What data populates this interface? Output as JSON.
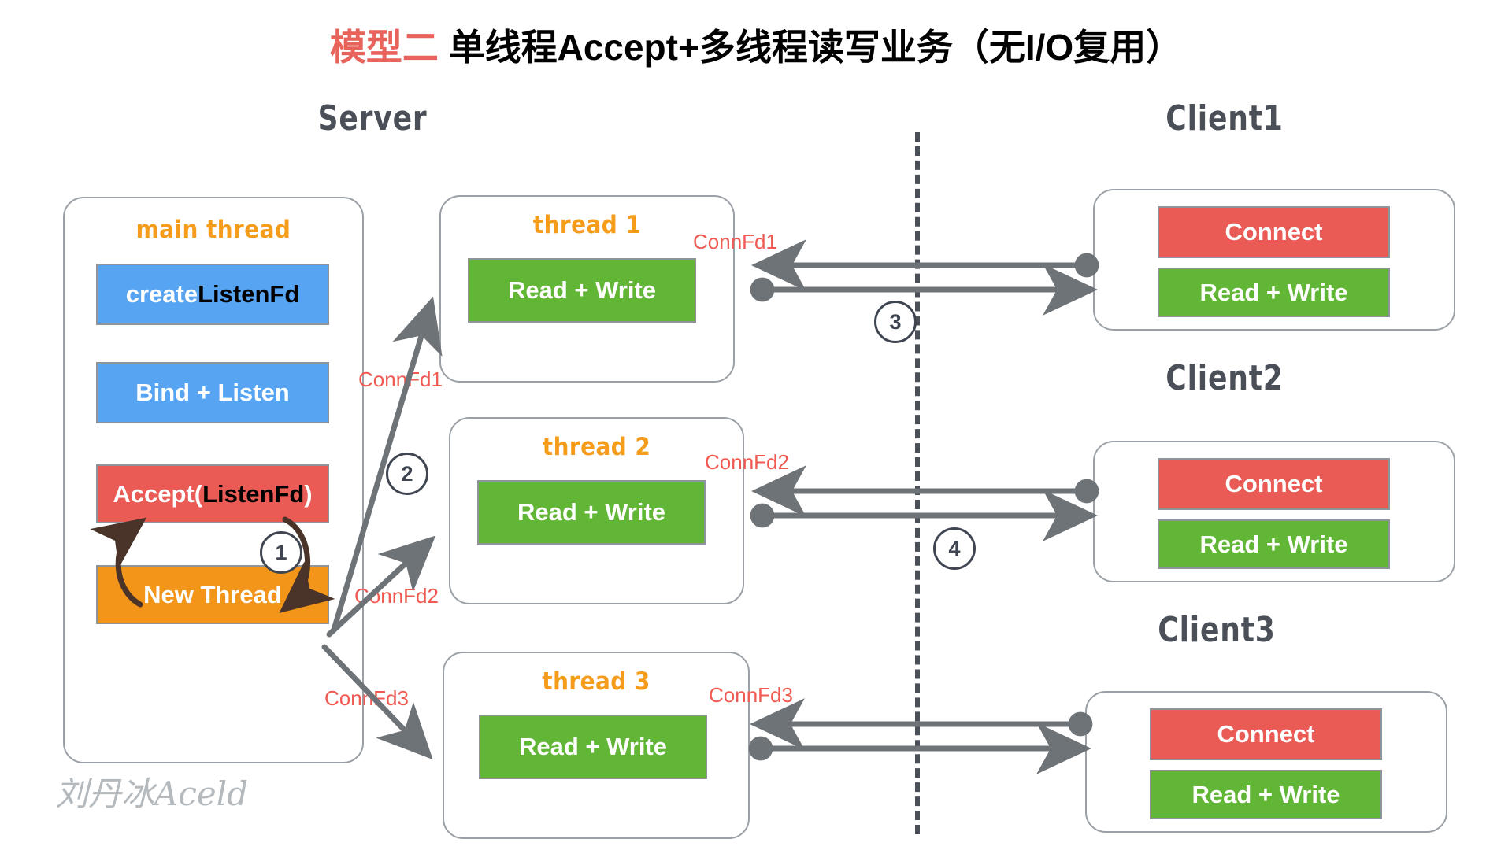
{
  "title": {
    "accent": "模型二",
    "rest": " 单线程Accept+多线程读写业务（无I/O复用）"
  },
  "headings": {
    "server": "Server",
    "client1": "Client1",
    "client2": "Client2",
    "client3": "Client3"
  },
  "main_thread": {
    "title": "main thread",
    "blocks": [
      {
        "label_white": "create ",
        "label_dark": "ListenFd",
        "color": "#57a4f2"
      },
      {
        "label_white": "Bind + Listen",
        "label_dark": "",
        "color": "#57a4f2"
      },
      {
        "label_white": "Accept(",
        "label_dark": "ListenFd",
        "label_white2": ")",
        "color": "#ea5b55"
      },
      {
        "label_white": "New Thread",
        "label_dark": "",
        "color": "#f29519"
      }
    ]
  },
  "threads": [
    {
      "title": "thread 1",
      "block": "Read + Write",
      "color": "#62b636"
    },
    {
      "title": "thread 2",
      "block": "Read + Write",
      "color": "#62b636"
    },
    {
      "title": "thread 3",
      "block": "Read + Write",
      "color": "#62b636"
    }
  ],
  "clients": [
    {
      "title": "Client1",
      "connect": "Connect",
      "readwrite": "Read + Write"
    },
    {
      "title": "Client2",
      "connect": "Connect",
      "readwrite": "Read + Write"
    },
    {
      "title": "Client3",
      "connect": "Connect",
      "readwrite": "Read + Write"
    }
  ],
  "fd_labels": {
    "server_to_thread1": "ConnFd1",
    "server_to_thread2": "ConnFd2",
    "server_to_thread3": "ConnFd3",
    "thread1_to_client1": "ConnFd1",
    "thread2_to_client2": "ConnFd2",
    "thread3_to_client3": "ConnFd3"
  },
  "steps": {
    "accept_loop": "1",
    "dispatch": "2",
    "client1_io": "3",
    "client2_io": "4"
  },
  "watermark": "刘丹冰Aceld",
  "colors": {
    "accent_red": "#e8635c",
    "orange": "#f59c1a",
    "blue": "#57a4f2",
    "green": "#62b636",
    "red": "#ea5b55",
    "dark_slate": "#4a4f58",
    "fd_red": "#f05a52",
    "border_gray": "#9aa0a6",
    "arrow_gray": "#6e7378",
    "loop_arrow": "#4a3328"
  }
}
